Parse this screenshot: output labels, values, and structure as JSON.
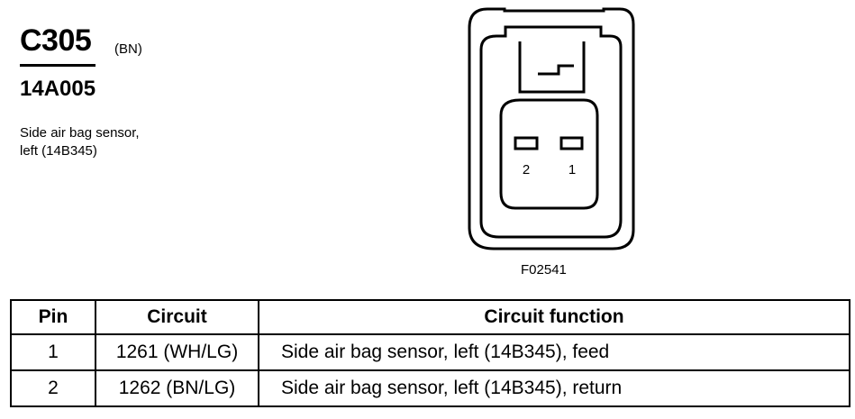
{
  "connector": {
    "id": "C305",
    "color_code": "(BN)",
    "part_number": "14A005",
    "description_lines": [
      "Side air bag sensor,",
      "left (14B345)"
    ]
  },
  "diagram": {
    "pin_labels": [
      "2",
      "1"
    ],
    "figure_ref": "F02541"
  },
  "pinout_table": {
    "headers": [
      "Pin",
      "Circuit",
      "Circuit function"
    ],
    "rows": [
      {
        "pin": "1",
        "circuit": "1261 (WH/LG)",
        "function": "Side air bag sensor, left (14B345), feed"
      },
      {
        "pin": "2",
        "circuit": "1262 (BN/LG)",
        "function": "Side air bag sensor, left (14B345), return"
      }
    ]
  }
}
